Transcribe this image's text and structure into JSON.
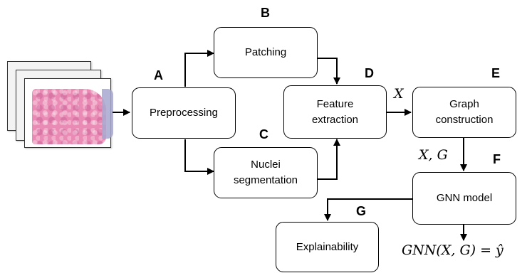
{
  "slides_icon": "histology-slide-stack",
  "nodes": {
    "A": {
      "letter": "A",
      "label": "Preprocessing"
    },
    "B": {
      "letter": "B",
      "label": "Patching"
    },
    "C": {
      "letter": "C",
      "label": "Nuclei\nsegmentation"
    },
    "D": {
      "letter": "D",
      "label": "Feature\nextraction"
    },
    "E": {
      "letter": "E",
      "label": "Graph\nconstruction"
    },
    "F": {
      "letter": "F",
      "label": "GNN model"
    },
    "G": {
      "letter": "G",
      "label": "Explainability"
    }
  },
  "edge_labels": {
    "x": "X",
    "xg": "X, G",
    "output": "GNN(X, G) = ŷ"
  },
  "colors": {
    "tissue": "#e98bb4",
    "stroke": "#000000"
  }
}
